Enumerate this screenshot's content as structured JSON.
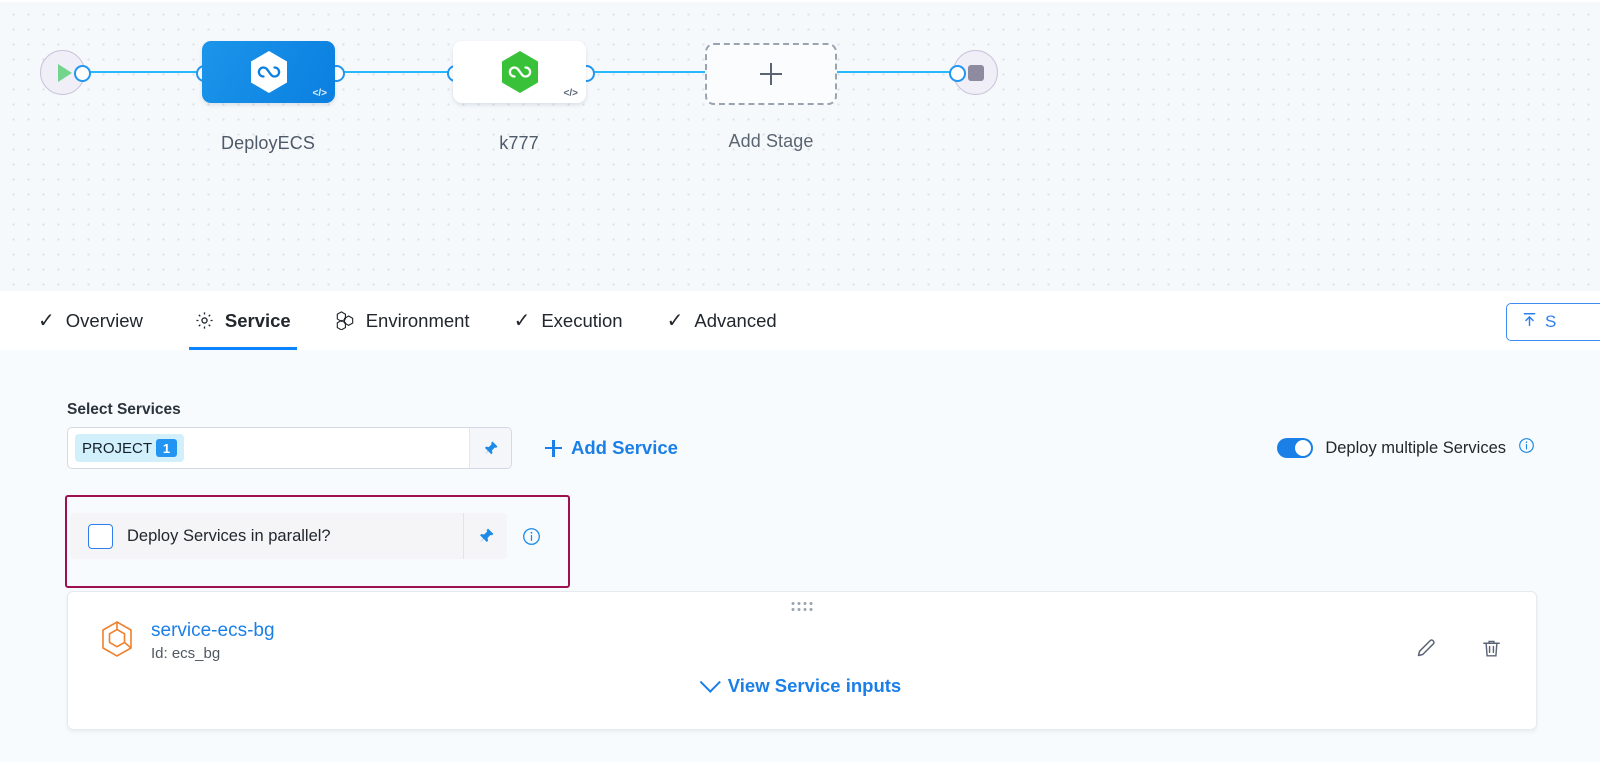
{
  "pipeline": {
    "start_node": "start-node",
    "end_node": "end-node",
    "stages": [
      {
        "label": "DeployECS",
        "icon": "hexagon-infinity-icon",
        "code_mark": "</>",
        "state": "selected"
      },
      {
        "label": "k777",
        "icon": "hexagon-infinity-icon",
        "code_mark": "</>",
        "state": "default"
      }
    ],
    "add_stage_label": "Add Stage"
  },
  "tabs": [
    {
      "label": "Overview",
      "icon": "check-icon",
      "active": false
    },
    {
      "label": "Service",
      "icon": "gear-icon",
      "active": true
    },
    {
      "label": "Environment",
      "icon": "hexagon-cluster-icon",
      "active": false
    },
    {
      "label": "Execution",
      "icon": "check-icon",
      "active": false
    },
    {
      "label": "Advanced",
      "icon": "check-icon",
      "active": false
    }
  ],
  "save_button": {
    "label": "S",
    "icon": "save-upload-icon"
  },
  "service_section": {
    "select_services_label": "Select Services",
    "selected_chip": {
      "text": "PROJECT",
      "count": "1"
    },
    "pin_icon": "pin-icon",
    "add_service_label": "Add Service",
    "deploy_multiple": {
      "label": "Deploy multiple Services",
      "enabled": true,
      "info_icon": "info-icon"
    },
    "parallel": {
      "label": "Deploy Services in parallel?",
      "checked": false,
      "pin_icon": "pin-icon",
      "info_icon": "info-icon",
      "highlight_color": "#9e1150"
    },
    "service_card": {
      "drag_handle": "drag-handle-icon",
      "icon": "service-hexagon-icon",
      "name": "service-ecs-bg",
      "id_text": "Id: ecs_bg",
      "edit_icon": "pencil-icon",
      "delete_icon": "trash-icon",
      "view_inputs_label": "View Service inputs"
    }
  },
  "colors": {
    "accent_blue": "#1b7fe8",
    "edge_blue": "#27b9fb",
    "highlight_maroon": "#9e1150",
    "service_icon_orange": "#f0802b",
    "green": "#3fbf3f"
  }
}
